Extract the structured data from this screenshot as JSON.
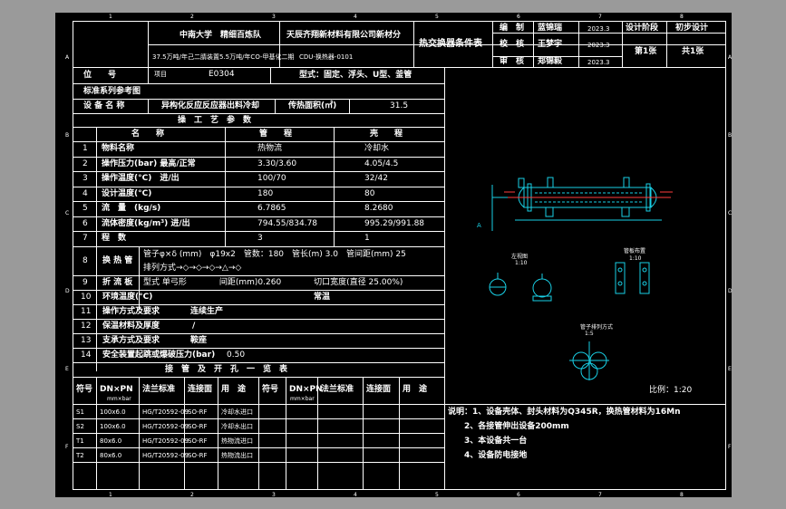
{
  "title_block": {
    "org1": "中南大学　精细百炼队",
    "org2": "天辰齐翔新材料有限公司新材分",
    "project": "37.5万吨/年己二腈装置5.5万吨/年CO-甲基化二期",
    "drawing_no": "CDU-换热器-0101",
    "doc_title": "热交换器条件表",
    "roles": [
      "编　制",
      "校　核",
      "审　核"
    ],
    "names": [
      "蓝锦瑞",
      "王梦宇",
      "郑锦毅"
    ],
    "dates": [
      "2023.3",
      "2023.3",
      "2023.3"
    ],
    "stage_label": "设计阶段",
    "stage_value": "初步设计",
    "page": "第1张",
    "total": "共1张"
  },
  "info": {
    "pos_label": "位　　号",
    "item_label": "项目",
    "item_code": "E0304",
    "type_label": "型式：固定、浮头、U型、釜管",
    "std_label": "标准系列参考图",
    "name_label": "设 备 名 称",
    "name_value": "异构化反应反应器出料冷却",
    "area_label": "传热面积(㎡)",
    "area_value": "31.5",
    "process_header": "操　工　艺　参　数"
  },
  "process_table": {
    "headers": [
      "名　　称",
      "管　　程",
      "壳　　程"
    ],
    "rows": [
      {
        "no": "1",
        "name": "物料名称",
        "tube": "热物流",
        "shell": "冷却水"
      },
      {
        "no": "2",
        "name": "操作压力(bar) 最高/正常",
        "tube": "3.30/3.60",
        "shell": "4.05/4.5"
      },
      {
        "no": "3",
        "name": "操作温度(°C)　进/出",
        "tube": "100/70",
        "shell": "32/42"
      },
      {
        "no": "4",
        "name": "设计温度(°C)",
        "tube": "180",
        "shell": "80"
      },
      {
        "no": "5",
        "name": "流　量　(kg/s)",
        "tube": "6.7865",
        "shell": "8.2680"
      },
      {
        "no": "6",
        "name": "流体密度(kg/m³) 进/出",
        "tube": "794.55/834.78",
        "shell": "995.29/991.88"
      },
      {
        "no": "7",
        "name": "程　数",
        "tube": "3",
        "shell": "1"
      }
    ],
    "row8": {
      "no": "8",
      "label": "换 热 管",
      "line1": "管子φ×δ (mm)　φ19x2　管数：180　管长(m) 3.0　管间距(mm) 25",
      "line2": "排列方式→◇→◇→◇→△→◇"
    },
    "row9": {
      "no": "9",
      "label": "折 流 板",
      "value": "型式 单弓形　　　　间距(mm)0.260　　　　切口宽度(直径 25.00%)"
    },
    "row10": {
      "no": "10",
      "label": "环境温度(°C)",
      "value": "常温"
    },
    "row11": {
      "no": "11",
      "label": "操作方式及要求",
      "value": "连续生产"
    },
    "row12": {
      "no": "12",
      "label": "保温材料及厚度",
      "value": "/"
    },
    "row13": {
      "no": "13",
      "label": "支承方式及要求",
      "value": "鞍座"
    },
    "row14": {
      "no": "14",
      "label": "安全装置起跳或爆破压力(bar)",
      "value": "0.50"
    }
  },
  "nozzle_table": {
    "title": "接　管　及　开　孔　一　览　表",
    "headers": [
      "符号",
      "DN×PN",
      "法兰标准",
      "连接面",
      "用　途",
      "符号",
      "DN×PN",
      "法兰标准",
      "连接面",
      "用　途"
    ],
    "subheader": "mm×bar",
    "rows": [
      {
        "sym": "S1",
        "dn": "100x6.0",
        "std": "HG/T20592-09",
        "face": "SO-RF",
        "use": "冷却水进口"
      },
      {
        "sym": "S2",
        "dn": "100x6.0",
        "std": "HG/T20592-09",
        "face": "SO-RF",
        "use": "冷却水出口"
      },
      {
        "sym": "T1",
        "dn": "80x6.0",
        "std": "HG/T20592-09",
        "face": "SO-RF",
        "use": "热物流进口"
      },
      {
        "sym": "T2",
        "dn": "80x6.0",
        "std": "HG/T20592-09",
        "face": "SO-RF",
        "use": "热物流出口"
      }
    ]
  },
  "notes": [
    "说明：1、设备壳体、封头材料为Q345R，换热管材料为16Mn",
    "2、各接管伸出设备200mm",
    "3、本设备共一台",
    "4、设备防电接地"
  ],
  "drawing": {
    "scale_label": "比例：1:20",
    "side_view_label": "左视图",
    "side_view_scale": "1:10",
    "section_label": "管板布置",
    "section_scale": "1:10",
    "layout_label": "管子排列方式",
    "layout_scale": "1:5",
    "mark_a": "A"
  },
  "grid": {
    "top": [
      "1",
      "2",
      "3",
      "4",
      "5",
      "6",
      "7",
      "8"
    ],
    "left": [
      "A",
      "B",
      "C",
      "D",
      "E",
      "F"
    ]
  }
}
